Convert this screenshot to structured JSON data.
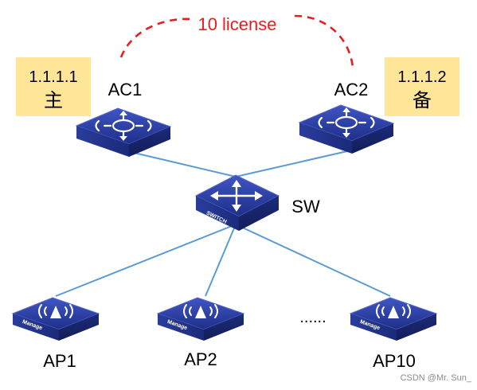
{
  "license": {
    "label": "10 license",
    "color": "#e81d1d"
  },
  "ac1": {
    "name": "AC1",
    "ip": "1.1.1.1",
    "role": "主"
  },
  "ac2": {
    "name": "AC2",
    "ip": "1.1.1.2",
    "role": "备"
  },
  "switch": {
    "name": "SW",
    "face_text": "SWITCH"
  },
  "aps": [
    {
      "name": "AP1",
      "face_text": "Manage"
    },
    {
      "name": "AP2",
      "face_text": "Manage"
    },
    {
      "name": "AP10",
      "face_text": "Manage"
    }
  ],
  "ellipsis": "......",
  "watermark": "CSDN @Mr. Sun_",
  "colors": {
    "device": "#2b3e9e",
    "link": "#5b9bd5",
    "ip_box": "#ffe699"
  },
  "icons": {
    "ac": "ac-controller-icon",
    "switch": "switch-icon",
    "ap": "access-point-icon"
  }
}
